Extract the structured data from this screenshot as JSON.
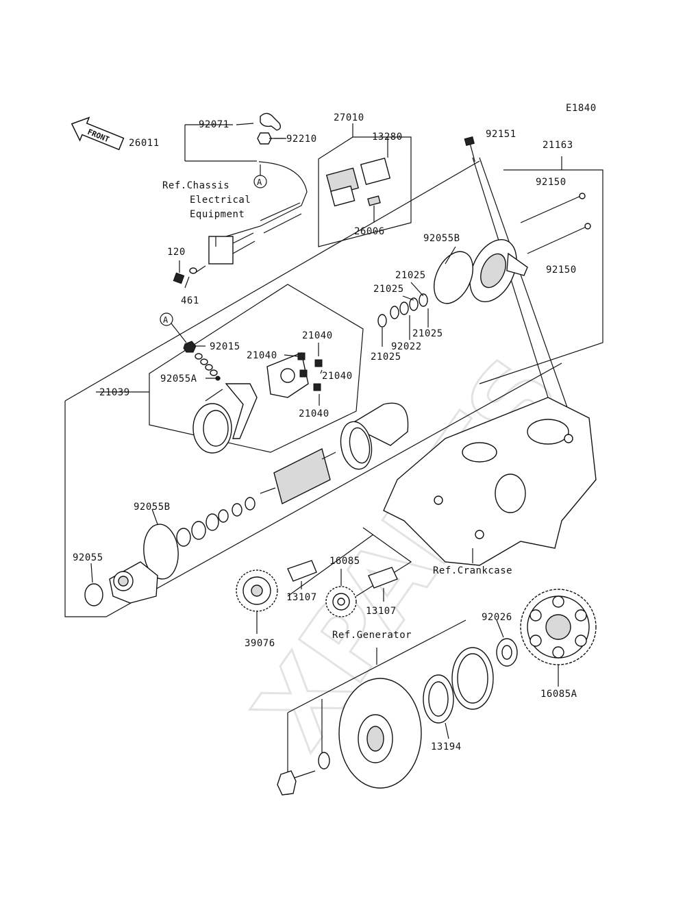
{
  "diagram": {
    "code": "E1840",
    "front_label": "FRONT",
    "watermark": "XPARTS",
    "callout_a": "A",
    "labels": {
      "p26011": "26011",
      "p92071": "92071",
      "p92210": "92210",
      "p27010": "27010",
      "p13280": "13280",
      "p26006": "26006",
      "p92151": "92151",
      "p21163": "21163",
      "p92150a": "92150",
      "p92150b": "92150",
      "p92055B_top": "92055B",
      "p21025_a": "21025",
      "p21025_b": "21025",
      "p21025_c": "21025",
      "p21025_d": "21025",
      "p92022": "92022",
      "p120": "120",
      "p461": "461",
      "p92015": "92015",
      "p21040_a": "21040",
      "p21040_b": "21040",
      "p21040_c": "21040",
      "p21040_d": "21040",
      "p92055A": "92055A",
      "p21039": "21039",
      "p92055B_bot": "92055B",
      "p92055": "92055",
      "p16085": "16085",
      "p13107_a": "13107",
      "p13107_b": "13107",
      "p39076": "39076",
      "p92026": "92026",
      "p16085A": "16085A",
      "p13194": "13194"
    },
    "references": {
      "chassis_line1": "Ref.Chassis",
      "chassis_line2": "Electrical",
      "chassis_line3": "Equipment",
      "crankcase": "Ref.Crankcase",
      "generator": "Ref.Generator"
    }
  }
}
